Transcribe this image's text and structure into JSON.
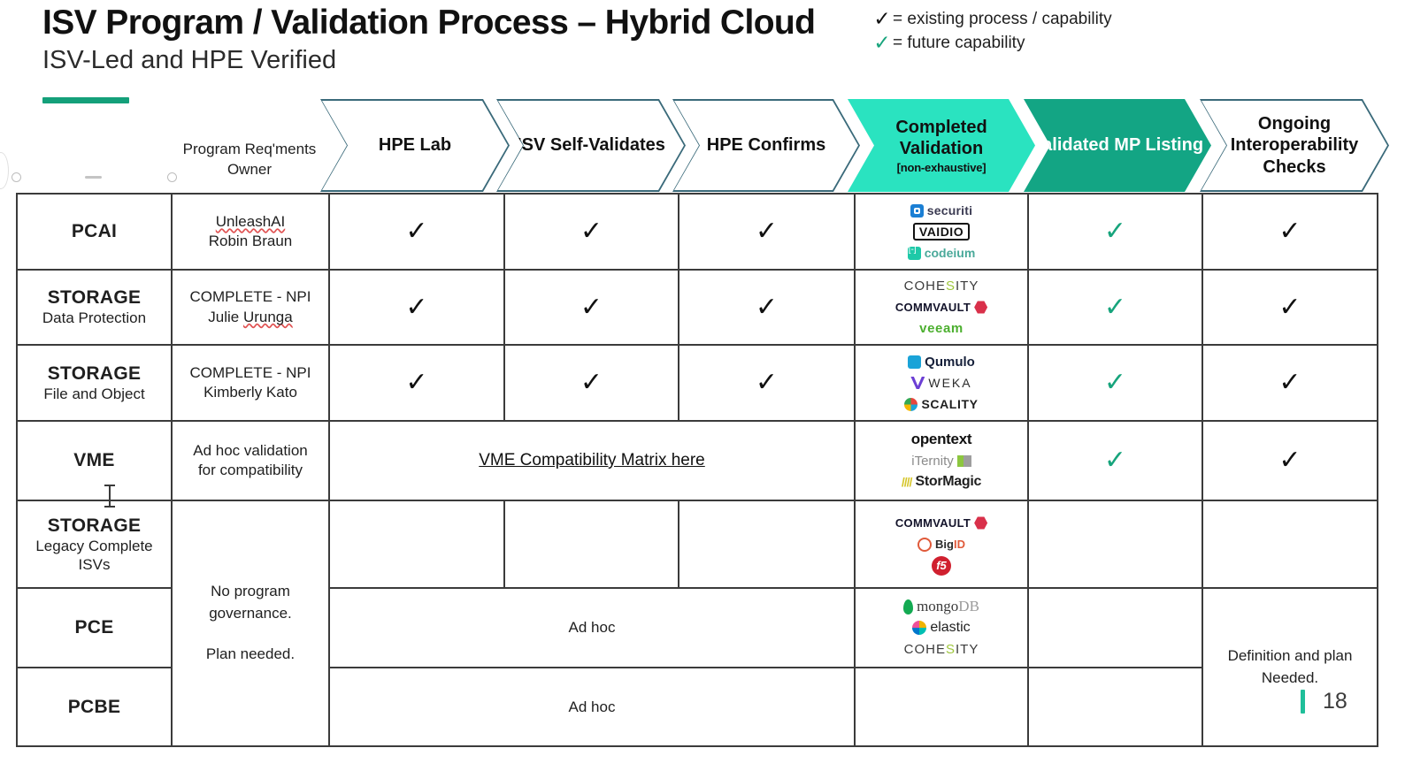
{
  "header": {
    "title": "ISV Program / Validation Process – Hybrid Cloud",
    "subtitle": "ISV-Led and HPE Verified",
    "legend": [
      {
        "mark": "✓",
        "color": "#111111",
        "text": "= existing process / capability"
      },
      {
        "mark": "✓",
        "color": "#17a47c",
        "text": "= future capability"
      }
    ],
    "accent_color": "#14a07a"
  },
  "columns": {
    "category_header": "",
    "owner_header": "Program Req'ments Owner",
    "stages": [
      {
        "label": "HPE Lab",
        "sub": "",
        "style": "outline",
        "fill": "#ffffff",
        "border": "#3a6a7a",
        "text_color": "#111111"
      },
      {
        "label": "ISV Self-Validates",
        "sub": "",
        "style": "outline",
        "fill": "#ffffff",
        "border": "#3a6a7a",
        "text_color": "#111111"
      },
      {
        "label": "HPE Confirms",
        "sub": "",
        "style": "outline",
        "fill": "#ffffff",
        "border": "#3a6a7a",
        "text_color": "#111111"
      },
      {
        "label": "Completed Validation",
        "sub": "[non-exhaustive]",
        "style": "filled",
        "fill": "#2ae3c0",
        "border": "#2ae3c0",
        "text_color": "#111111"
      },
      {
        "label": "Validated MP Listing",
        "sub": "",
        "style": "filled",
        "fill": "#13a584",
        "border": "#13a584",
        "text_color": "#ffffff"
      },
      {
        "label": "Ongoing Interoperability Checks",
        "sub": "",
        "style": "outline",
        "fill": "#ffffff",
        "border": "#3a6a7a",
        "text_color": "#111111"
      }
    ]
  },
  "rows": [
    {
      "category_main": "PCAI",
      "category_sub": "",
      "owner_line1": "UnleashAI",
      "owner_line1_spell": true,
      "owner_line2": "Robin Braun",
      "owner_line2_spell": false,
      "hpe_lab": "✓",
      "isv_self": "✓",
      "hpe_confirms": "✓",
      "logos": [
        {
          "name": "securiti",
          "text": "securiti"
        },
        {
          "name": "vaidio",
          "text": "VAIDIO"
        },
        {
          "name": "codeium",
          "text": "codeium"
        }
      ],
      "validated_mp": "✓",
      "ongoing": "✓"
    },
    {
      "category_main": "STORAGE",
      "category_sub": "Data Protection",
      "owner_line1": "COMPLETE - NPI",
      "owner_line1_spell": false,
      "owner_line2": "Julie Urunga",
      "owner_line2_spell": true,
      "hpe_lab": "✓",
      "isv_self": "✓",
      "hpe_confirms": "✓",
      "logos": [
        {
          "name": "cohesity",
          "text": "COHESITY"
        },
        {
          "name": "commvault",
          "text": "COMMVAULT"
        },
        {
          "name": "veeam",
          "text": "veeam"
        }
      ],
      "validated_mp": "✓",
      "ongoing": "✓"
    },
    {
      "category_main": "STORAGE",
      "category_sub": "File and Object",
      "owner_line1": "COMPLETE - NPI",
      "owner_line1_spell": false,
      "owner_line2": "Kimberly Kato",
      "owner_line2_spell": false,
      "hpe_lab": "✓",
      "isv_self": "✓",
      "hpe_confirms": "✓",
      "logos": [
        {
          "name": "qumulo",
          "text": "Qumulo"
        },
        {
          "name": "weka",
          "text": "WEKA"
        },
        {
          "name": "scality",
          "text": "SCALITY"
        }
      ],
      "validated_mp": "✓",
      "ongoing": "✓"
    },
    {
      "category_main": "VME",
      "category_sub": "",
      "owner_line1": "Ad hoc validation",
      "owner_line1_spell": false,
      "owner_line2": "for compatibility",
      "owner_line2_spell": false,
      "merged_link": "VME Compatibility Matrix here",
      "logos": [
        {
          "name": "opentext",
          "text": "opentext"
        },
        {
          "name": "iternity",
          "text": "iTernity"
        },
        {
          "name": "stormagic",
          "text": "StorMagic"
        }
      ],
      "validated_mp": "✓",
      "ongoing": "✓"
    },
    {
      "category_main": "STORAGE",
      "category_sub": "Legacy Complete ISVs",
      "owner_note_line1": "No program governance.",
      "owner_note_line2": "Plan needed.",
      "hpe_lab": "",
      "isv_self": "",
      "hpe_confirms": "",
      "logos": [
        {
          "name": "commvault",
          "text": "COMMVAULT"
        },
        {
          "name": "bigid",
          "text": "BigID"
        },
        {
          "name": "f5",
          "text": "f5"
        }
      ],
      "validated_mp": "",
      "ongoing": ""
    },
    {
      "category_main": "PCE",
      "category_sub": "",
      "merged_adhoc": "Ad hoc",
      "logos": [
        {
          "name": "mongodb",
          "text": "mongoDB"
        },
        {
          "name": "elastic",
          "text": "elastic"
        },
        {
          "name": "cohesity",
          "text": "COHESITY"
        }
      ],
      "validated_mp": "",
      "ongoing_note_line1": "Definition and plan",
      "ongoing_note_line2": "Needed."
    },
    {
      "category_main": "PCBE",
      "category_sub": "",
      "merged_adhoc": "Ad hoc",
      "logos": [],
      "validated_mp": ""
    }
  ],
  "footer": {
    "page_number": "18",
    "tick_color": "#1fbf9a"
  }
}
